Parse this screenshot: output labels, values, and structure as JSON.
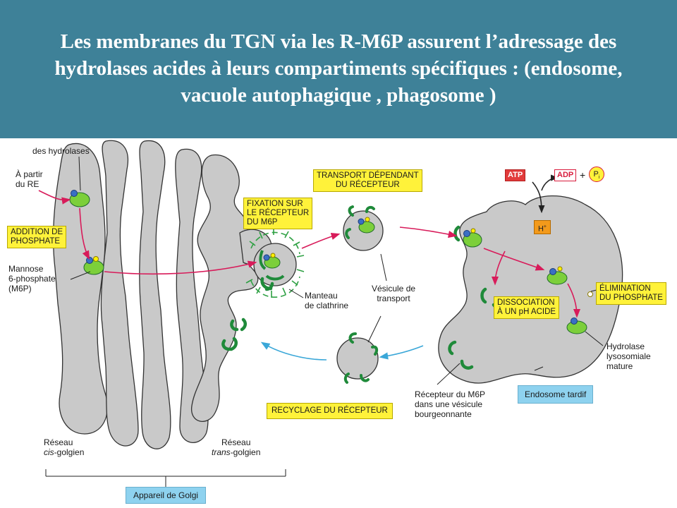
{
  "banner": {
    "title": "Les membranes du TGN via les R-M6P assurent l’adressage des hydrolases acides à leurs compartiments spécifiques : (endosome, vacuole autophagique , phagosome )"
  },
  "labels": {
    "hydrolases": "des hydrolases",
    "from_re_1": "À partir",
    "from_re_2": "du RE",
    "phosphate_add_1": "ADDITION DE",
    "phosphate_add_2": "PHOSPHATE",
    "m6p_1": "Mannose",
    "m6p_2": "6-phosphate",
    "m6p_3": "(M6P)",
    "fixation_1": "FIXATION SUR",
    "fixation_2": "LE RÉCEPTEUR",
    "fixation_3": "DU M6P",
    "transport_1": "TRANSPORT DÉPENDANT",
    "transport_2": "DU RÉCEPTEUR",
    "clathrin_1": "Manteau",
    "clathrin_2": "de clathrine",
    "vesicle_1": "Vésicule de",
    "vesicle_2": "transport",
    "dissociation_1": "DISSOCIATION",
    "dissociation_2": "À UN pH ACIDE",
    "elimination_1": "ÉLIMINATION",
    "elimination_2": "DU PHOSPHATE",
    "hydrolase_1": "Hydrolase",
    "hydrolase_2": "lysosomiale",
    "hydrolase_3": "mature",
    "receptor_bud_1": "Récepteur du M6P",
    "receptor_bud_2": "dans une vésicule",
    "receptor_bud_3": "bourgeonnante",
    "recycling": "RECYCLAGE DU RÉCEPTEUR",
    "late_endosome": "Endosome tardif",
    "cis_1": "Réseau",
    "cis_2": "cis",
    "cis_3": "-golgien",
    "trans_1": "Réseau",
    "trans_2": "trans",
    "trans_3": "-golgien",
    "golgi": "Appareil de Golgi",
    "atp": "ATP",
    "adp": "ADP",
    "plus": "+",
    "pi": "P",
    "pi_sub": "i",
    "hplus": "H",
    "hplus_sup": "+"
  },
  "colors": {
    "banner": "#3e8198",
    "organelle_fill": "#c9c9c9",
    "receptor": "#1f8a3a",
    "enzyme": "#7ccf3a",
    "arrow_red": "#d81b5a",
    "arrow_blue": "#3aa7d8",
    "highlight": "#fff23a",
    "endosome_label": "#8ed2ef"
  }
}
